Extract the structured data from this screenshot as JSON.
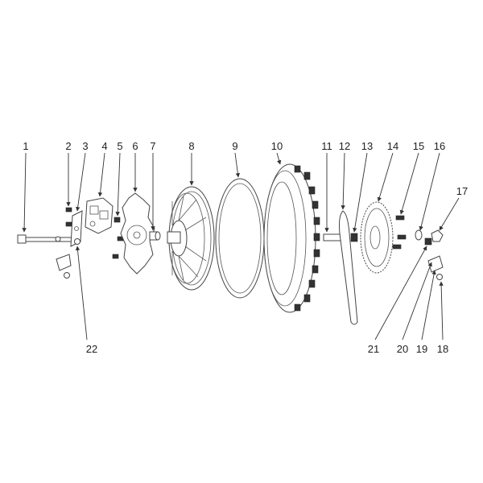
{
  "diagram": {
    "callouts": [
      "1",
      "2",
      "3",
      "4",
      "5",
      "6",
      "7",
      "8",
      "9",
      "10",
      "11",
      "12",
      "13",
      "14",
      "15",
      "16",
      "17",
      "18",
      "19",
      "20",
      "21",
      "22"
    ]
  },
  "colors": {
    "line": "#333333",
    "background": "#ffffff",
    "ink": "#222222"
  }
}
